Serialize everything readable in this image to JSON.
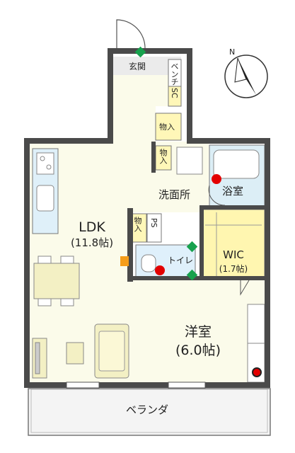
{
  "rooms": {
    "entrance": "玄関",
    "bench": "ベンチ",
    "shoe_closet": "SC",
    "storage_a": "物入",
    "storage_b": "物入",
    "storage_c": "物入",
    "ps": "PS",
    "ldk": "LDK",
    "ldk_size": "(11.8帖)",
    "washroom": "洗面所",
    "bathroom": "浴室",
    "toilet": "トイレ",
    "wic": "WIC",
    "wic_size": "(1.7帖)",
    "western_room": "洋室",
    "western_size": "(6.0帖)",
    "veranda": "ベランダ"
  },
  "compass": {
    "label": "N"
  },
  "colors": {
    "wall": "#4a4a4a",
    "floor_main": "#fbfbea",
    "storage_fill": "#fff7b8",
    "wic_fill": "#fff6b0",
    "bath_fill": "#dceef6",
    "toilet_fill": "#dff0fb",
    "kitchen_fill": "#dff0f9",
    "veranda_fill": "#f4f4f4",
    "entrance_fill": "#ebebeb",
    "furniture_fill": "#f3f0c4",
    "marker_green": "#17a14d",
    "marker_red": "#e30000",
    "marker_orange": "#f59d1a"
  }
}
